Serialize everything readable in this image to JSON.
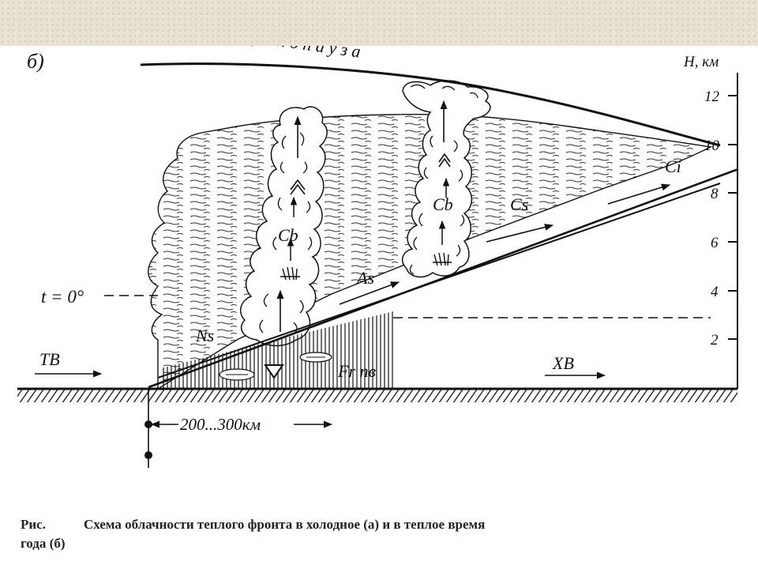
{
  "panel_label": "б)",
  "tropopause_label": "Т р о п о п а у з а",
  "height_axis": {
    "unit_label": "H, км",
    "ticks": [
      "12",
      "10",
      "8",
      "6",
      "4",
      "2"
    ]
  },
  "cloud_labels": {
    "ci": "Ci",
    "cs": "Cs",
    "as": "As",
    "ns": "Ns",
    "cb_left": "Cb",
    "cb_right": "Cb",
    "fr_nb": "Fr пв"
  },
  "freezing_level_label": "t = 0°",
  "air_masses": {
    "warm": "ТВ",
    "cold": "ХВ"
  },
  "distance_label": "200...300км",
  "caption": {
    "prefix": "Рис.",
    "line1": "Схема облачности теплого фронта в холодное (а) и в теплое время",
    "line2": "года (б)"
  }
}
